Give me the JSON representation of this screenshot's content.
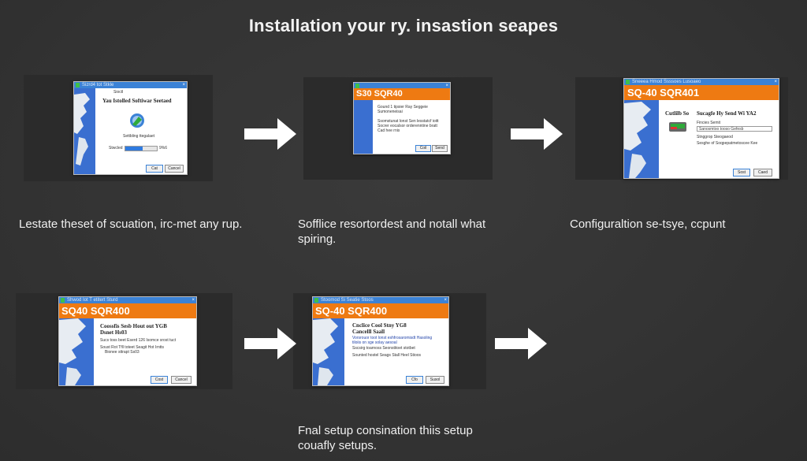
{
  "title": "Installation your ry. insastion seapes",
  "captions": {
    "step1": "Lestate theset of scuation, irc-met any rup.",
    "step2": "Sofflice resortordest and notall what spiring.",
    "step3": "Configuraltion se-tsye, ccpunt",
    "step5": "Fnal setup consination thiis setup couafly setups."
  },
  "screens": {
    "s1": {
      "titlebar": "Sizrd4 tot Stkle",
      "sub": "Sioctl",
      "heading": "Yau Istolled Softiwar Seetaed",
      "status": "Settbling ttegalaet",
      "progress_label": "Stwcled",
      "progress_value": "9%6",
      "progress_fraction": 0.55,
      "btn_ok": "Cat",
      "btn_cancel": "Cancel"
    },
    "s2": {
      "banner": "S30  SQR40",
      "text1": "Gound 1 tipsier Ray Seggeie",
      "text2": "Sumoneneisai",
      "text3": "Ssomstunat lonst Sen lesstatcf ioitt",
      "text4": "Socrer eocalsor orderenntine bratt",
      "text5": "Cad hee rnis",
      "btn_ok": "Coil",
      "btn_cancel": "Send"
    },
    "s3": {
      "titlebar": "Sneeea Hmod Ssssoes Lusoaeo",
      "banner": "SQ-40  SQR401",
      "side1": "Cutlilb So",
      "heading": "Sucagfe Hy Send Wi YA2",
      "label": "Fincies Semit",
      "field": "Sanosmtoo tooso Gefesb",
      "opt1": "Stnggrop Steogaeod",
      "opt2": "Sesghe of Soqpepatmetoscee Kee",
      "btn_ok": "Sost",
      "btn_cancel": "Caed"
    },
    "s4": {
      "titlebar": "Shwod Iot T etitert Sturd",
      "banner": "SQ40  SQR400",
      "heading1": "Coossfis Sesb Hout out YGB",
      "heading2": "Dsnet Hs03",
      "text1": "Sucs toss beet Eserd 126 Isomce srost tuct",
      "text2": "Soust Rot Tfll toteet Seagit Hot Irntts",
      "text3": "Bionee sttrapt Ss03",
      "btn_ok": "Cost",
      "btn_cancel": "Cancel"
    },
    "s5": {
      "titlebar": "Stoomod Si Seatie Stoos",
      "banner": "SQ-40  SQR400",
      "heading1": "Cnclice Cool Stny YG8",
      "heading2": "Cancelll Saall",
      "text1": "Vorsrouor toot lonst eshfrosaromisdt Hasoling",
      "text2": "tiloiis on sge solay aesoal",
      "text3": "Sscsirg toarnoss Seonstitoet stotbet",
      "text4": "Sounted hostel Seags Stall Heel Stioos",
      "btn_ok": "Cfo",
      "btn_cancel": "Susol"
    }
  },
  "colors": {
    "background": "#333333",
    "titlebar": "#3b82d6",
    "banner": "#ee7a12",
    "map_blue": "#3a6fd0",
    "arrow": "#ffffff"
  }
}
